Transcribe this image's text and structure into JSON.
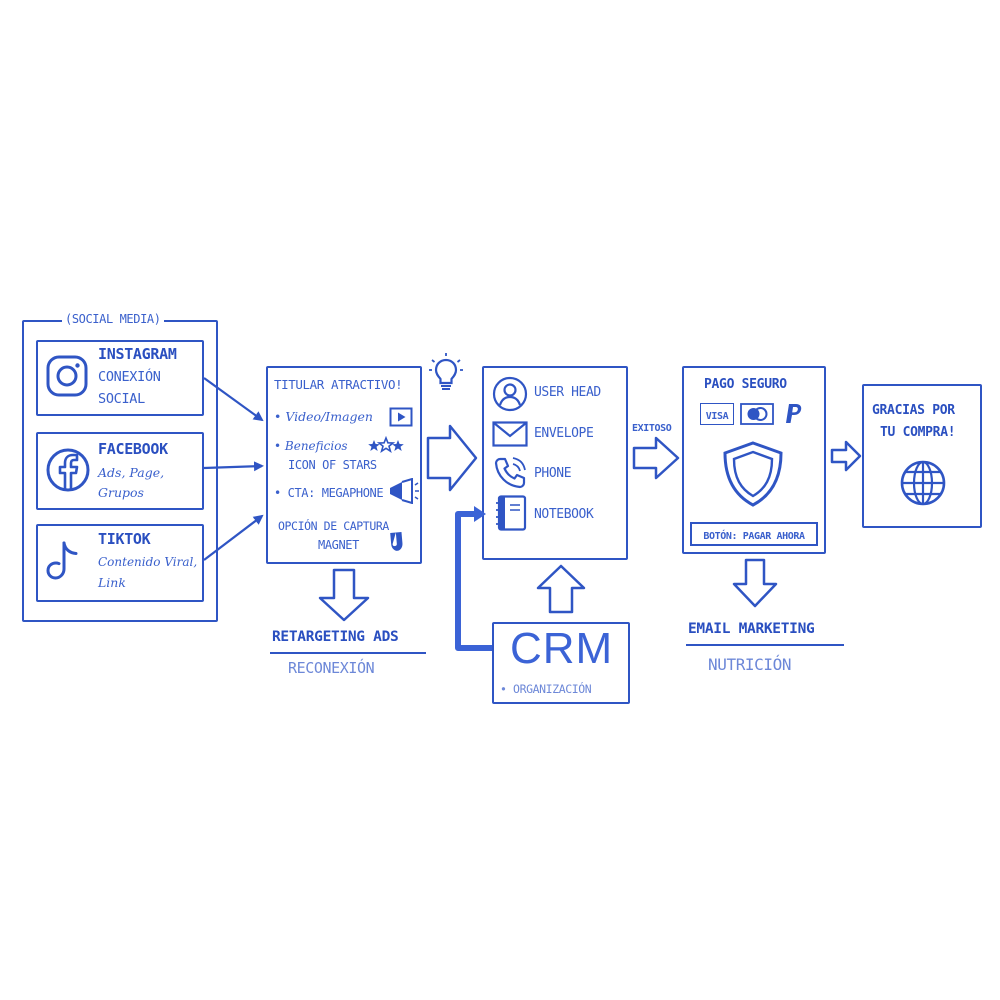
{
  "social": {
    "header": "(SOCIAL MEDIA)",
    "items": [
      {
        "title": "INSTAGRAM",
        "line1": "CONEXIÓN",
        "line2": "SOCIAL",
        "icon": "instagram-icon"
      },
      {
        "title": "FACEBOOK",
        "line1": "Ads, Page,",
        "line2": "Grupos",
        "icon": "facebook-icon"
      },
      {
        "title": "TIKTOK",
        "line1": "Contenido Viral,",
        "line2": "Link",
        "icon": "tiktok-icon"
      }
    ]
  },
  "landing": {
    "title": "TITULAR ATRACTIVO!",
    "bullet1": "• Video/Imagen",
    "bullet2a": "• Beneficios",
    "bullet2b": "ICON OF STARS",
    "bullet3": "• CTA: MEGAPHONE",
    "capture1": "OPCIÓN DE CAPTURA",
    "capture2": "MAGNET"
  },
  "retargeting": {
    "title": "RETARGETING ADS",
    "sub": "RECONEXIÓN"
  },
  "lead": {
    "items": [
      {
        "label": "USER HEAD",
        "icon": "user-head-icon"
      },
      {
        "label": "ENVELOPE",
        "icon": "envelope-icon"
      },
      {
        "label": "PHONE",
        "icon": "phone-icon"
      },
      {
        "label": "NOTEBOOK",
        "icon": "notebook-icon"
      }
    ]
  },
  "crm": {
    "title": "CRM",
    "sub": "• ORGANIZACIÓN"
  },
  "exitoso": "EXITOSO",
  "payment": {
    "title": "PAGO SEGURO",
    "visa": "VISA",
    "button": "BOTÓN: PAGAR AHORA"
  },
  "email": {
    "title": "EMAIL MARKETING",
    "sub": "NUTRICIÓN"
  },
  "thanks": {
    "line1": "GRACIAS POR",
    "line2": "TU COMPRA!"
  },
  "colors": {
    "ink": "#2f55c4",
    "accent": "#3b63d6",
    "pale": "#6d88d8"
  }
}
